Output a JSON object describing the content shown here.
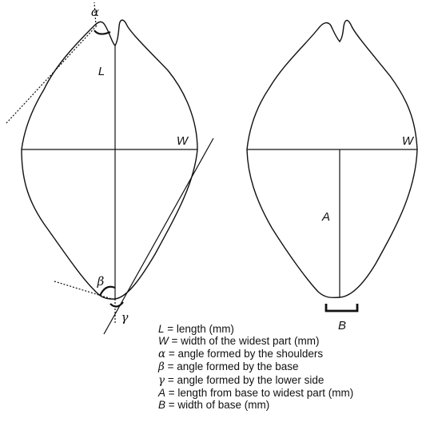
{
  "labels": {
    "alpha": "α",
    "L": "L",
    "W_left": "W",
    "beta": "β",
    "gamma": "γ",
    "W_right": "W",
    "A": "A",
    "B": "B"
  },
  "legend": [
    {
      "symbol": "L",
      "text": "= length (mm)"
    },
    {
      "symbol": "W",
      "text": "= width of the widest part (mm)"
    },
    {
      "symbol": "α",
      "text": "= angle formed by the shoulders"
    },
    {
      "symbol": "β",
      "text": "= angle formed by the base"
    },
    {
      "symbol": "γ",
      "text": "= angle formed by the lower side"
    },
    {
      "symbol": "A",
      "text": "= length from base to widest part (mm)"
    },
    {
      "symbol": "B",
      "text": "= width of base (mm)"
    }
  ]
}
